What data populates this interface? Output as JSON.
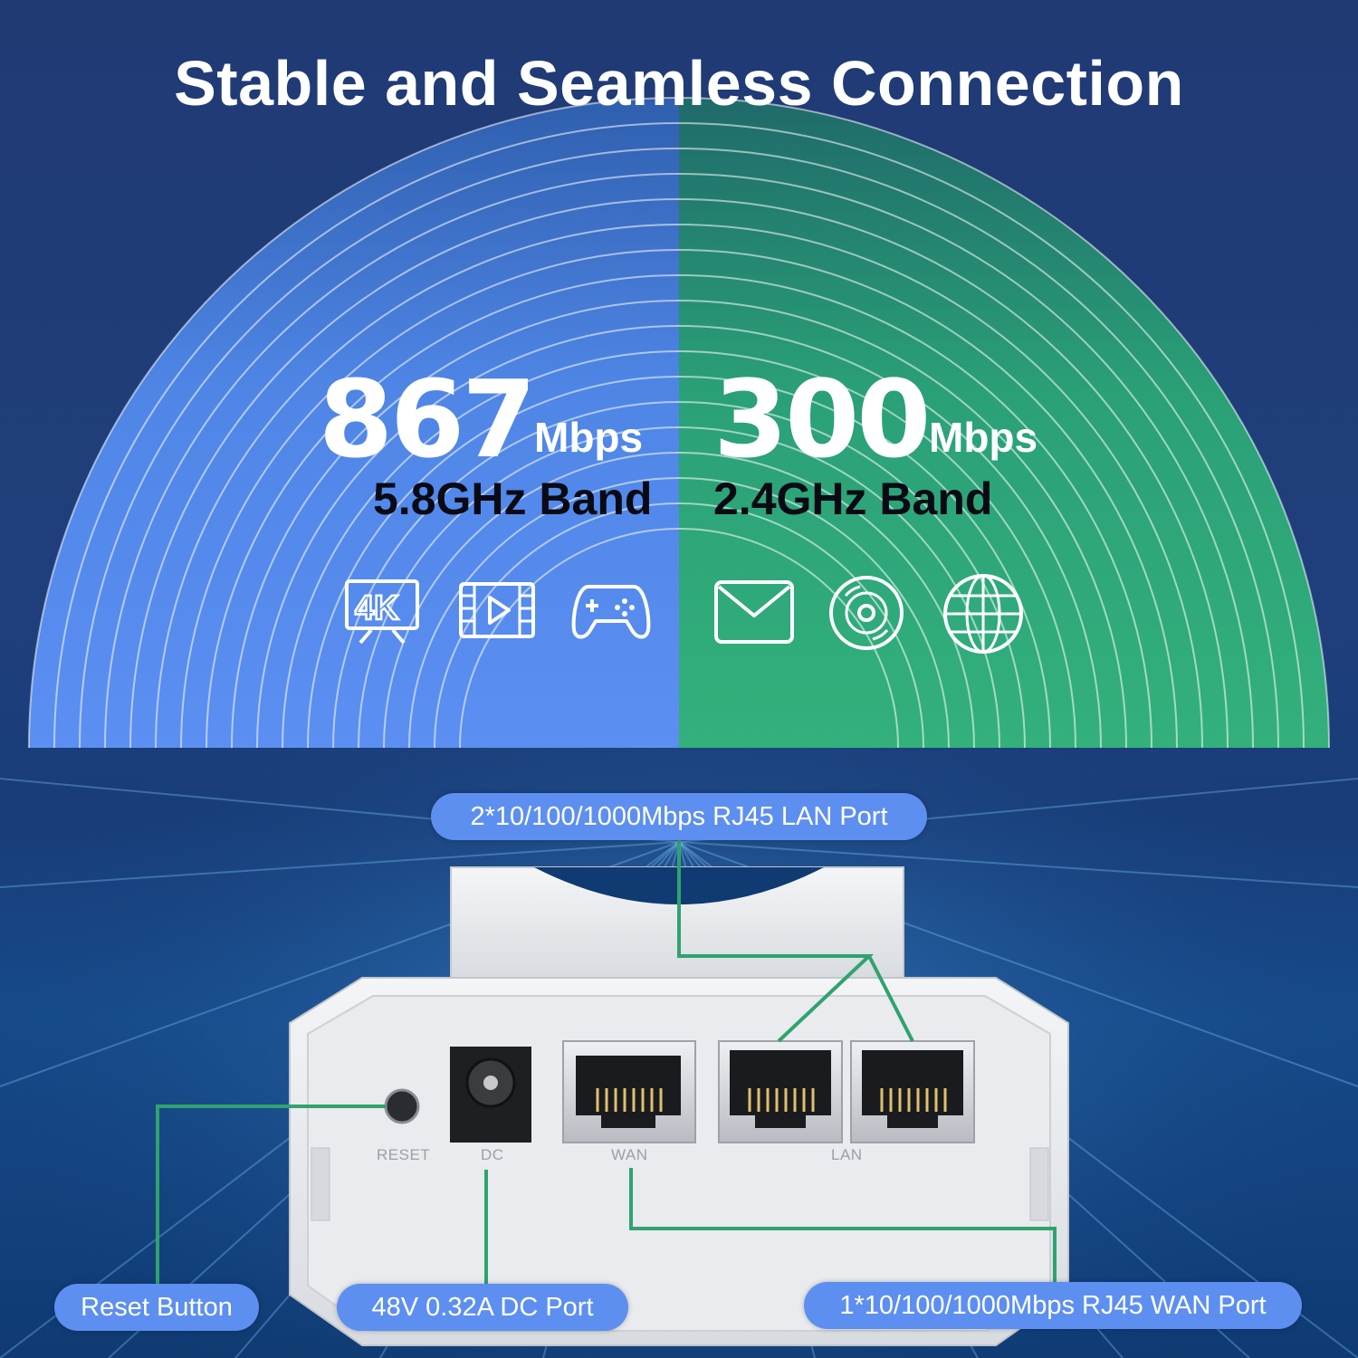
{
  "headline": "Stable and Seamless Connection",
  "bands": [
    {
      "speed": "867",
      "unit": "Mbps",
      "band": "5.8GHz Band",
      "color": "#5b8ff2",
      "icons": [
        "4k-tv-icon",
        "video-play-icon",
        "gamepad-icon"
      ]
    },
    {
      "speed": "300",
      "unit": "Mbps",
      "band": "2.4GHz Band",
      "color": "#33b07c",
      "icons": [
        "mail-icon",
        "disc-icon",
        "globe-icon"
      ]
    }
  ],
  "device": {
    "port_labels": {
      "reset": "RESET",
      "dc": "DC",
      "wan": "WAN",
      "lan": "LAN"
    }
  },
  "callouts": {
    "lan": "2*10/100/1000Mbps RJ45 LAN Port",
    "reset": "Reset Button",
    "dc": "48V 0.32A DC Port",
    "wan": "1*10/100/1000Mbps RJ45 WAN Port"
  },
  "colors": {
    "pill": "#5d8ff0",
    "connector": "#2fa36e"
  }
}
